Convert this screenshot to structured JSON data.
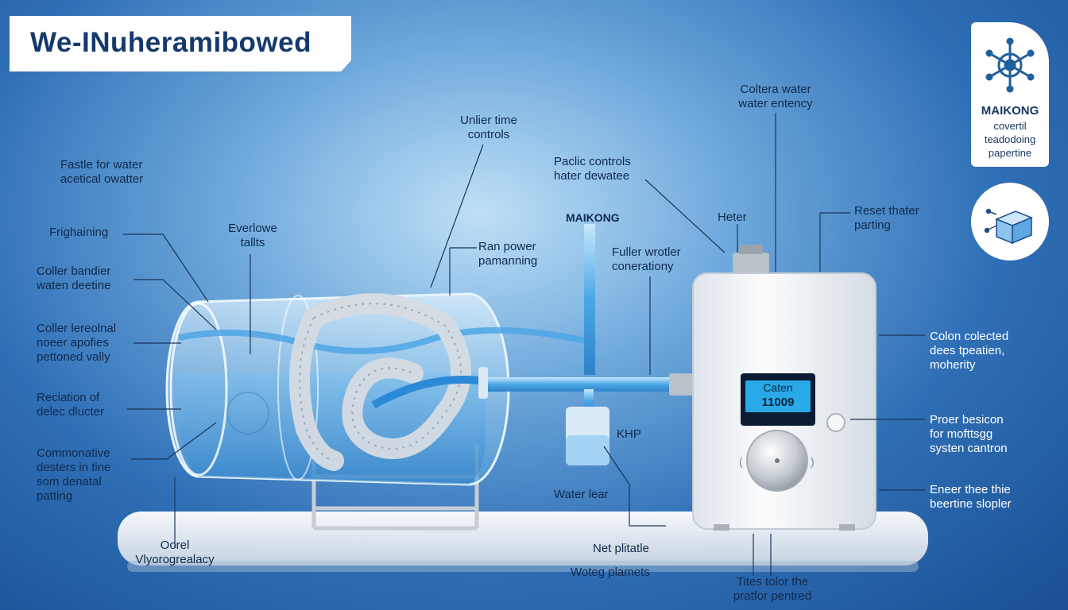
{
  "title": "We-INuheramibowed",
  "brand": {
    "name": "MAIKONG",
    "tagline": "covertil\nteadodoing\npapertine"
  },
  "device": {
    "screen_line1": "Caten",
    "screen_line2": "11009"
  },
  "pipe_brand": "MAIKONG",
  "labels": {
    "fastle": "Fastle for water\nacetical owatter",
    "frighaining": "Frighaining",
    "everlowe": "Everlowe\ntallts",
    "coller_bandier": "Coller bandier\nwaten deetine",
    "coller_lereolnal": "Coller lereolnal\nnoeer apofies\npettoned vally",
    "reciation": "Reciation of\ndelec dlucter",
    "commonative": "Commonative\ndesters in tine\nsom denatal\npatting",
    "oorel": "Oorel\nVlyorogrealacy",
    "unlier": "Unlier time\ncontrols",
    "ran_power": "Ran power\npamanning",
    "pacific": "Paclic controls\nhater dewatee",
    "fuller": "Fuller wrotler\nconerationy",
    "khp": "KHP",
    "water_lear": "Water lear",
    "net_plitate": "Net plitatle",
    "woteg": "Woteg plamets",
    "tites": "Tites tolor the\npratfor pentred",
    "heter": "Heter",
    "coltera": "Coltera water\nwater entency",
    "reset": "Reset thater\nparting",
    "colon": "Colon colected\ndees tpeatien,\nmoherity",
    "proer": "Proer besicon\nfor mofttsgg\nsysten cantron",
    "eneer": "Eneer thee thie\nbeertine slopler"
  },
  "colors": {
    "background_center": "#bfe0f6",
    "background_edge": "#1b4f93",
    "title_text": "#143a6b",
    "label_text": "#0f2a4d",
    "display": "#2aa9e8"
  }
}
